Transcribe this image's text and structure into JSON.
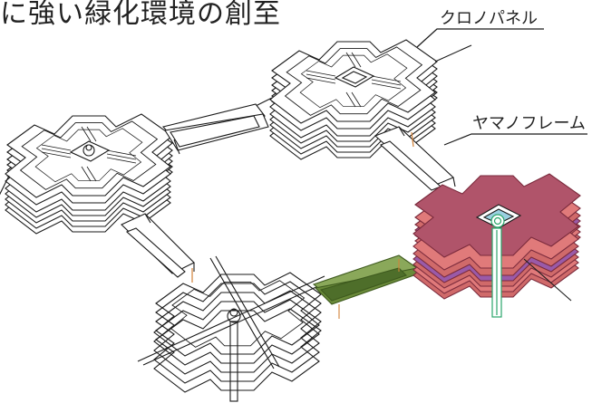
{
  "heading": "に強い緑化環境の創至",
  "labels": {
    "chrono_panel": "クロノパネル",
    "yamano_frame": "ヤマノフレーム"
  },
  "colors": {
    "line": "#1a1a1a",
    "panel_fill": "#b0546a",
    "panel_edge": "#7a2a3c",
    "panel_layer": "#d06a6a",
    "panel_violet": "#9a5aa8",
    "frame_green": "#6a8a3a",
    "frame_green_dark": "#3e5a1e",
    "anchor_green": "#2aa56a",
    "rod_orange": "#d2823a"
  }
}
